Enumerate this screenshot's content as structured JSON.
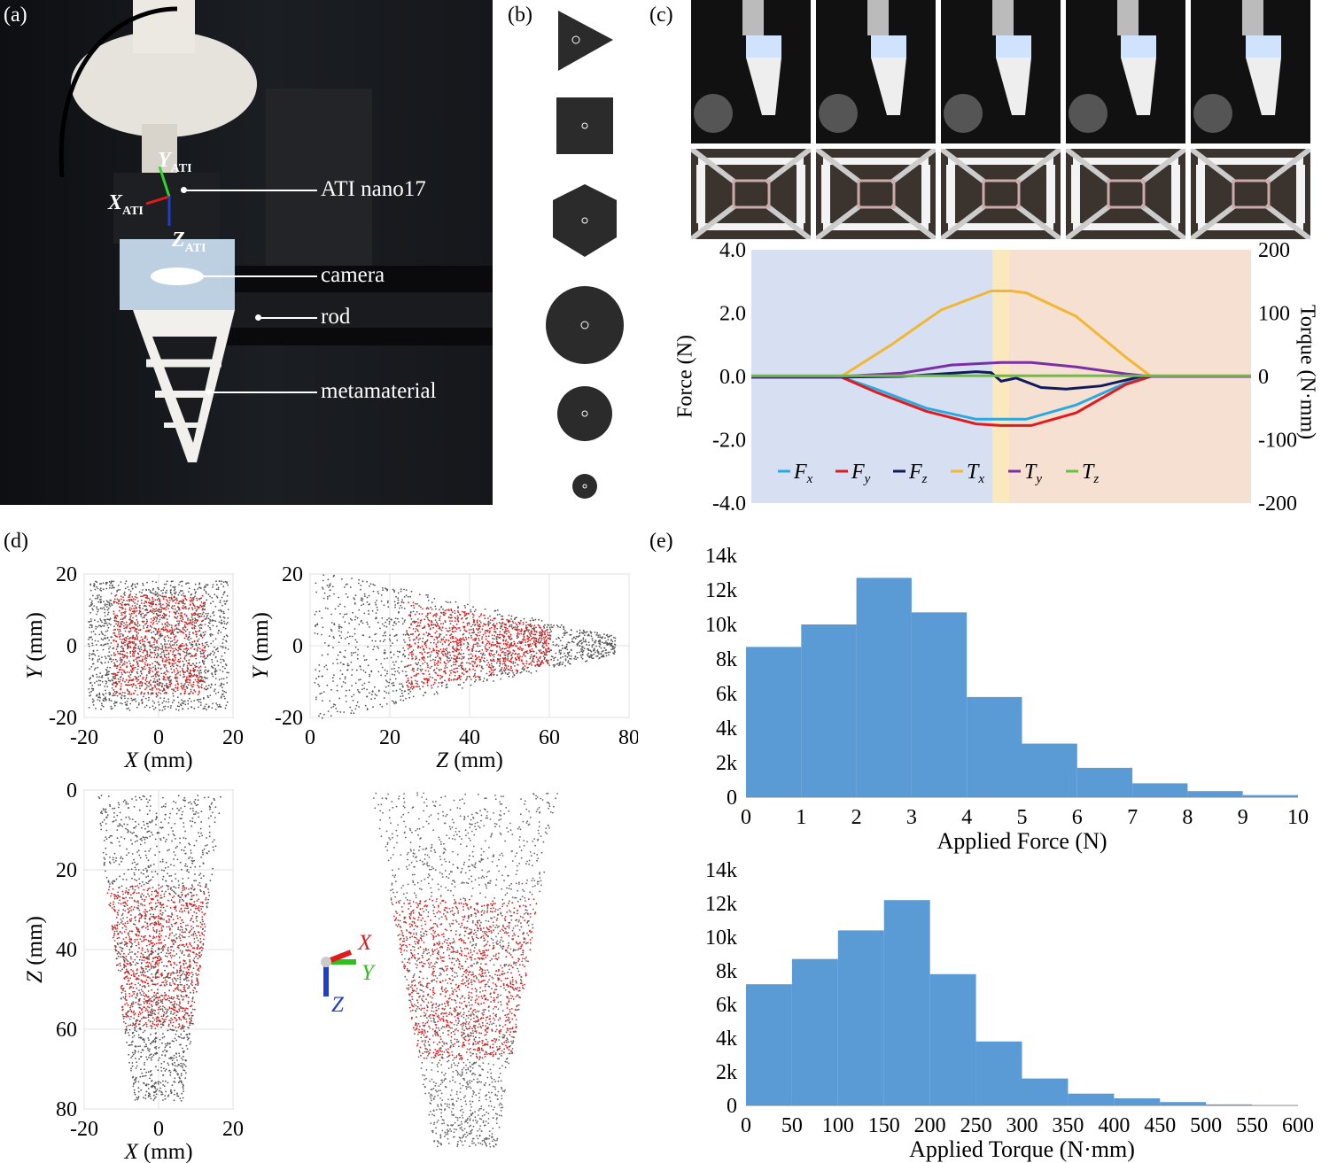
{
  "panels": {
    "a": "(a)",
    "b": "(b)",
    "c": "(c)",
    "d": "(d)",
    "e": "(e)"
  },
  "photo_a": {
    "labels": {
      "ati": "ATI nano17",
      "camera": "camera",
      "rod": "rod",
      "metamaterial": "metamaterial"
    },
    "axes": {
      "y": "Y",
      "x": "X",
      "z": "Z",
      "sub": "ATI"
    }
  },
  "shapes_b": [
    "triangle",
    "square",
    "hexagon",
    "circle-large",
    "circle-medium",
    "circle-small"
  ],
  "chart_c": {
    "type": "line",
    "ylabel_left": "Force (N)",
    "ylabel_right": "Torque (N·mm)",
    "left_ticks": [
      "4.0",
      "2.0",
      "0.0",
      "-2.0",
      "-4.0"
    ],
    "right_ticks": [
      "200",
      "100",
      "0",
      "-100",
      "-200"
    ],
    "ylim_left": [
      -4,
      4
    ],
    "ylim_right": [
      -200,
      200
    ],
    "regions": [
      {
        "from": 0,
        "to": 0.483,
        "color": "#d6e0f2"
      },
      {
        "from": 0.483,
        "to": 0.516,
        "color": "#fbe8bd"
      },
      {
        "from": 0.516,
        "to": 1.0,
        "color": "#f6e0d2"
      }
    ],
    "series": [
      {
        "name": "F",
        "sub": "x",
        "color": "#2aa9e0",
        "axis": "left",
        "points": [
          [
            0,
            -0.02
          ],
          [
            0.18,
            -0.02
          ],
          [
            0.25,
            -0.4
          ],
          [
            0.35,
            -1.0
          ],
          [
            0.45,
            -1.35
          ],
          [
            0.5,
            -1.35
          ],
          [
            0.55,
            -1.35
          ],
          [
            0.65,
            -0.9
          ],
          [
            0.75,
            -0.2
          ],
          [
            0.8,
            0
          ],
          [
            1,
            0
          ]
        ]
      },
      {
        "name": "F",
        "sub": "y",
        "color": "#e31a1c",
        "axis": "left",
        "points": [
          [
            0,
            -0.02
          ],
          [
            0.18,
            -0.02
          ],
          [
            0.25,
            -0.5
          ],
          [
            0.35,
            -1.1
          ],
          [
            0.45,
            -1.5
          ],
          [
            0.5,
            -1.55
          ],
          [
            0.56,
            -1.55
          ],
          [
            0.65,
            -1.15
          ],
          [
            0.75,
            -0.25
          ],
          [
            0.8,
            0
          ],
          [
            1,
            0
          ]
        ]
      },
      {
        "name": "F",
        "sub": "z",
        "color": "#0f1b5c",
        "axis": "left",
        "points": [
          [
            0,
            -0.02
          ],
          [
            0.18,
            -0.02
          ],
          [
            0.3,
            0.0
          ],
          [
            0.45,
            0.15
          ],
          [
            0.48,
            0.12
          ],
          [
            0.5,
            -0.15
          ],
          [
            0.53,
            -0.05
          ],
          [
            0.58,
            -0.35
          ],
          [
            0.63,
            -0.4
          ],
          [
            0.7,
            -0.3
          ],
          [
            0.78,
            0
          ],
          [
            1,
            0
          ]
        ]
      },
      {
        "name": "T",
        "sub": "x",
        "color": "#f2b632",
        "axis": "right",
        "points": [
          [
            0,
            0
          ],
          [
            0.18,
            0
          ],
          [
            0.28,
            50
          ],
          [
            0.38,
            105
          ],
          [
            0.48,
            135
          ],
          [
            0.52,
            135
          ],
          [
            0.55,
            132
          ],
          [
            0.65,
            95
          ],
          [
            0.75,
            30
          ],
          [
            0.8,
            0
          ],
          [
            1,
            0
          ]
        ]
      },
      {
        "name": "T",
        "sub": "y",
        "color": "#7b2fa6",
        "axis": "right",
        "points": [
          [
            0,
            0
          ],
          [
            0.18,
            0
          ],
          [
            0.3,
            5
          ],
          [
            0.4,
            18
          ],
          [
            0.5,
            22
          ],
          [
            0.56,
            22
          ],
          [
            0.65,
            15
          ],
          [
            0.75,
            4
          ],
          [
            0.8,
            0
          ],
          [
            1,
            0
          ]
        ]
      },
      {
        "name": "T",
        "sub": "z",
        "color": "#6cbf3e",
        "axis": "right",
        "points": [
          [
            0,
            1
          ],
          [
            1,
            1
          ]
        ]
      }
    ]
  },
  "scatter_d": {
    "xy": {
      "xlabel": "X",
      "ylabel": "Y",
      "unit": "(mm)",
      "xticks": [
        "-20",
        "0",
        "20"
      ],
      "yticks": [
        "20",
        "0",
        "-20"
      ]
    },
    "zy": {
      "xlabel": "Z",
      "ylabel": "Y",
      "unit": "(mm)",
      "xticks": [
        "0",
        "20",
        "40",
        "60",
        "80"
      ],
      "yticks": [
        "20",
        "0",
        "-20"
      ]
    },
    "xz": {
      "xlabel": "X",
      "ylabel": "Z",
      "unit": "(mm)",
      "xticks": [
        "-20",
        "0",
        "20"
      ],
      "yticks": [
        "0",
        "20",
        "40",
        "60",
        "80"
      ]
    },
    "triad": {
      "x": "X",
      "y": "Y",
      "z": "Z",
      "x_color": "#e31a1c",
      "y_color": "#2ec01d",
      "z_color": "#1f3fc4"
    }
  },
  "chart_data": [
    {
      "type": "bar",
      "title": "",
      "xlabel": "Applied Force (N)",
      "ylabel": "",
      "x_ticks": [
        "0",
        "1",
        "2",
        "3",
        "4",
        "5",
        "6",
        "7",
        "8",
        "9",
        "10"
      ],
      "y_ticks": [
        "0",
        "2k",
        "4k",
        "6k",
        "8k",
        "10k",
        "12k",
        "14k"
      ],
      "ylim": [
        0,
        14000
      ],
      "xlim": [
        0,
        10
      ],
      "bin_width": 1,
      "values": [
        8700,
        10000,
        12700,
        10700,
        5800,
        3100,
        1700,
        800,
        350,
        120
      ],
      "color": "#5b9bd5"
    },
    {
      "type": "bar",
      "title": "",
      "xlabel": "Applied Torque (N·mm)",
      "ylabel": "",
      "x_ticks": [
        "0",
        "50",
        "100",
        "150",
        "200",
        "250",
        "300",
        "350",
        "400",
        "450",
        "500",
        "550",
        "600"
      ],
      "y_ticks": [
        "0",
        "2k",
        "4k",
        "6k",
        "8k",
        "10k",
        "12k",
        "14k"
      ],
      "ylim": [
        0,
        14000
      ],
      "xlim": [
        0,
        600
      ],
      "bin_width": 50,
      "values": [
        7200,
        8700,
        10400,
        12200,
        7800,
        3800,
        1600,
        700,
        420,
        200,
        60,
        20
      ],
      "color": "#5b9bd5"
    }
  ]
}
